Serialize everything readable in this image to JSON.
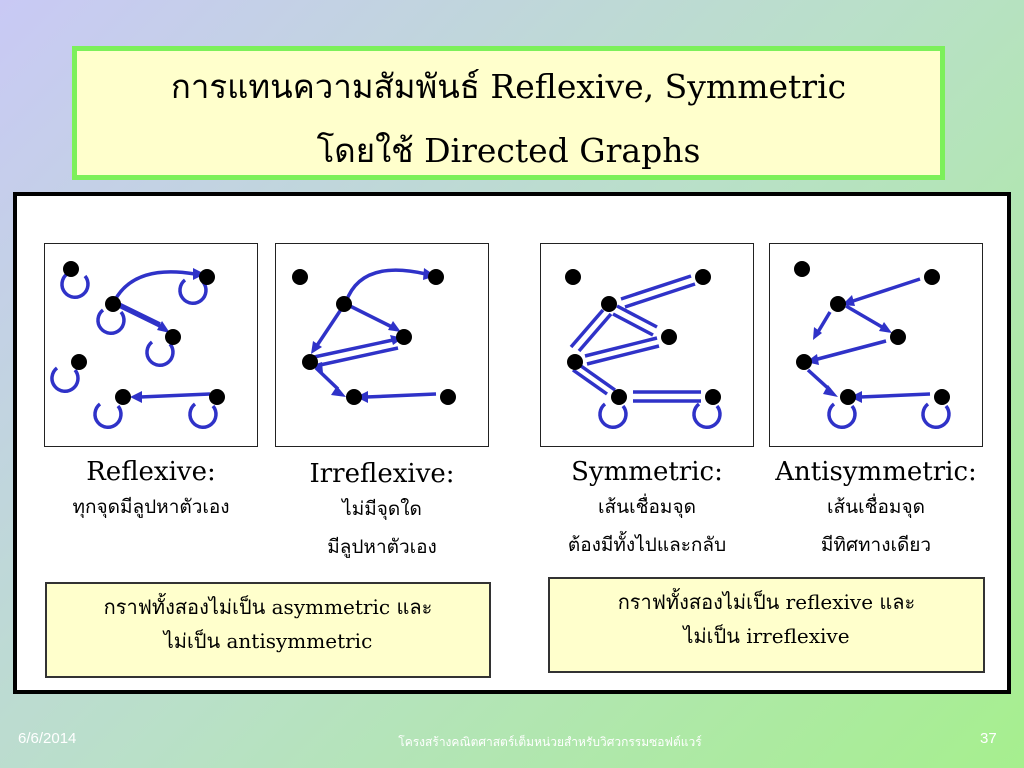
{
  "slide": {
    "title_line1": "การแทนความสัมพันธ์ Reflexive, Symmetric",
    "title_line2": "โดยใช้ Directed Graphs"
  },
  "graphs": [
    {
      "id": "reflexive",
      "label": "Reflexive:",
      "desc1": "ทุกจุดมีลูปหาตัวเอง",
      "desc2": ""
    },
    {
      "id": "irreflexive",
      "label": "Irreflexive:",
      "desc1": "ไม่มีจุดใด",
      "desc2": "มีลูปหาตัวเอง"
    },
    {
      "id": "symmetric",
      "label": "Symmetric:",
      "desc1": "เส้นเชื่อมจุด",
      "desc2": "ต้องมีทั้งไปและกลับ"
    },
    {
      "id": "antisymmetric",
      "label": "Antisymmetric:",
      "desc1": "เส้นเชื่อมจุด",
      "desc2": "มีทิศทางเดียว"
    }
  ],
  "notes": {
    "left_line1": "กราฟทั้งสองไม่เป็น asymmetric และ",
    "left_line2": "ไม่เป็น antisymmetric",
    "right_line1": "กราฟทั้งสองไม่เป็น reflexive และ",
    "right_line2": "ไม่เป็น irreflexive"
  },
  "footer": {
    "date": "6/6/2014",
    "course": "โครงสร้างคณิตศาสตร์เต็มหน่วยสำหรับวิศวกรรมซอฟต์แวร์",
    "page": "37"
  },
  "colors": {
    "edge": "#2f32c8",
    "node": "#000000",
    "title_bg": "#ffffcc",
    "title_border": "#7cf05a"
  }
}
